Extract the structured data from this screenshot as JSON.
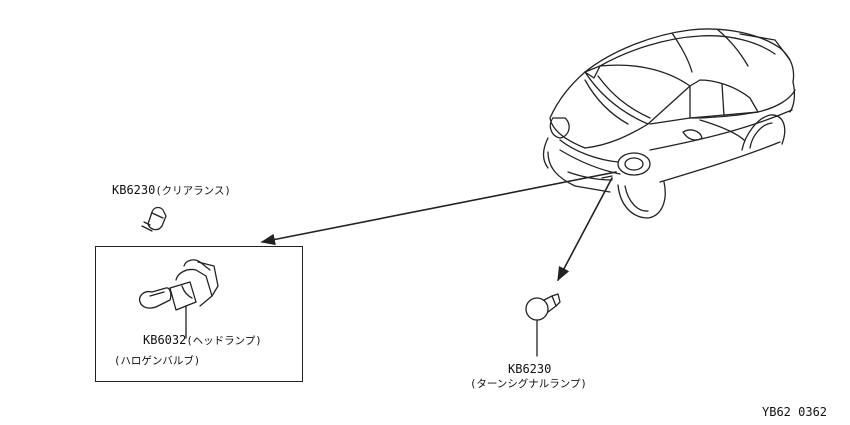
{
  "labels": {
    "clearance": {
      "code": "KB6230",
      "name": "(クリアランス)"
    },
    "headlamp": {
      "code": "KB6032",
      "name": "(ヘッドランプ)"
    },
    "halogen": "(ハロゲンバルブ)",
    "turn_signal": {
      "code": "KB6230",
      "name": "(ターンシグナルランプ)"
    },
    "figure_id": "YB62 0362"
  }
}
